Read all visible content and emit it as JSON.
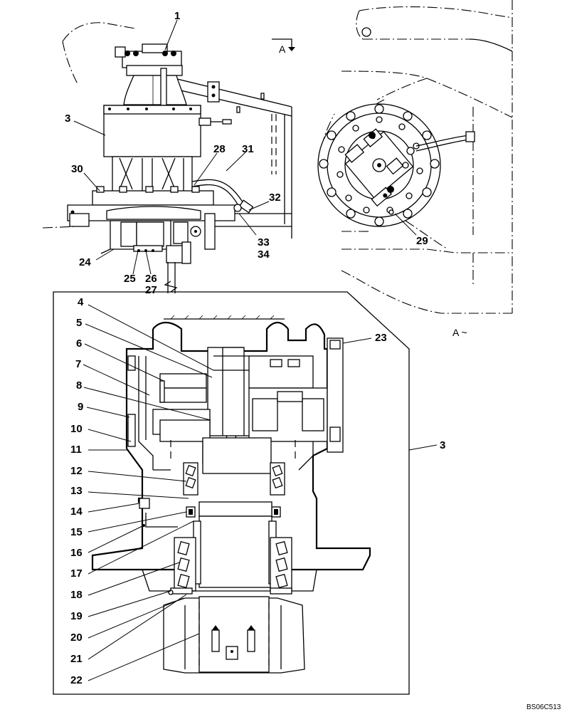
{
  "view_marker": "A",
  "view_label": "A ~",
  "drawing_code": "BS06C513",
  "callouts_side_view": [
    {
      "id": "c1",
      "text": "1"
    },
    {
      "id": "c3a",
      "text": "3"
    },
    {
      "id": "c28",
      "text": "28"
    },
    {
      "id": "c31",
      "text": "31"
    },
    {
      "id": "c30",
      "text": "30"
    },
    {
      "id": "c32",
      "text": "32"
    },
    {
      "id": "c33",
      "text": "33"
    },
    {
      "id": "c34",
      "text": "34"
    },
    {
      "id": "c24",
      "text": "24"
    },
    {
      "id": "c25",
      "text": "25"
    },
    {
      "id": "c26",
      "text": "26"
    },
    {
      "id": "c27",
      "text": "27"
    }
  ],
  "callouts_top_view": [
    {
      "id": "c29",
      "text": "29"
    }
  ],
  "callouts_section": [
    {
      "id": "s4",
      "text": "4"
    },
    {
      "id": "s5",
      "text": "5"
    },
    {
      "id": "s6",
      "text": "6"
    },
    {
      "id": "s7",
      "text": "7"
    },
    {
      "id": "s8",
      "text": "8"
    },
    {
      "id": "s9",
      "text": "9"
    },
    {
      "id": "s10",
      "text": "10"
    },
    {
      "id": "s11",
      "text": "11"
    },
    {
      "id": "s12",
      "text": "12"
    },
    {
      "id": "s13",
      "text": "13"
    },
    {
      "id": "s14",
      "text": "14"
    },
    {
      "id": "s15",
      "text": "15"
    },
    {
      "id": "s16",
      "text": "16"
    },
    {
      "id": "s17",
      "text": "17"
    },
    {
      "id": "s18",
      "text": "18"
    },
    {
      "id": "s19",
      "text": "19"
    },
    {
      "id": "s20",
      "text": "20"
    },
    {
      "id": "s21",
      "text": "21"
    },
    {
      "id": "s22",
      "text": "22"
    },
    {
      "id": "s23",
      "text": "23"
    },
    {
      "id": "s3",
      "text": "3"
    }
  ]
}
